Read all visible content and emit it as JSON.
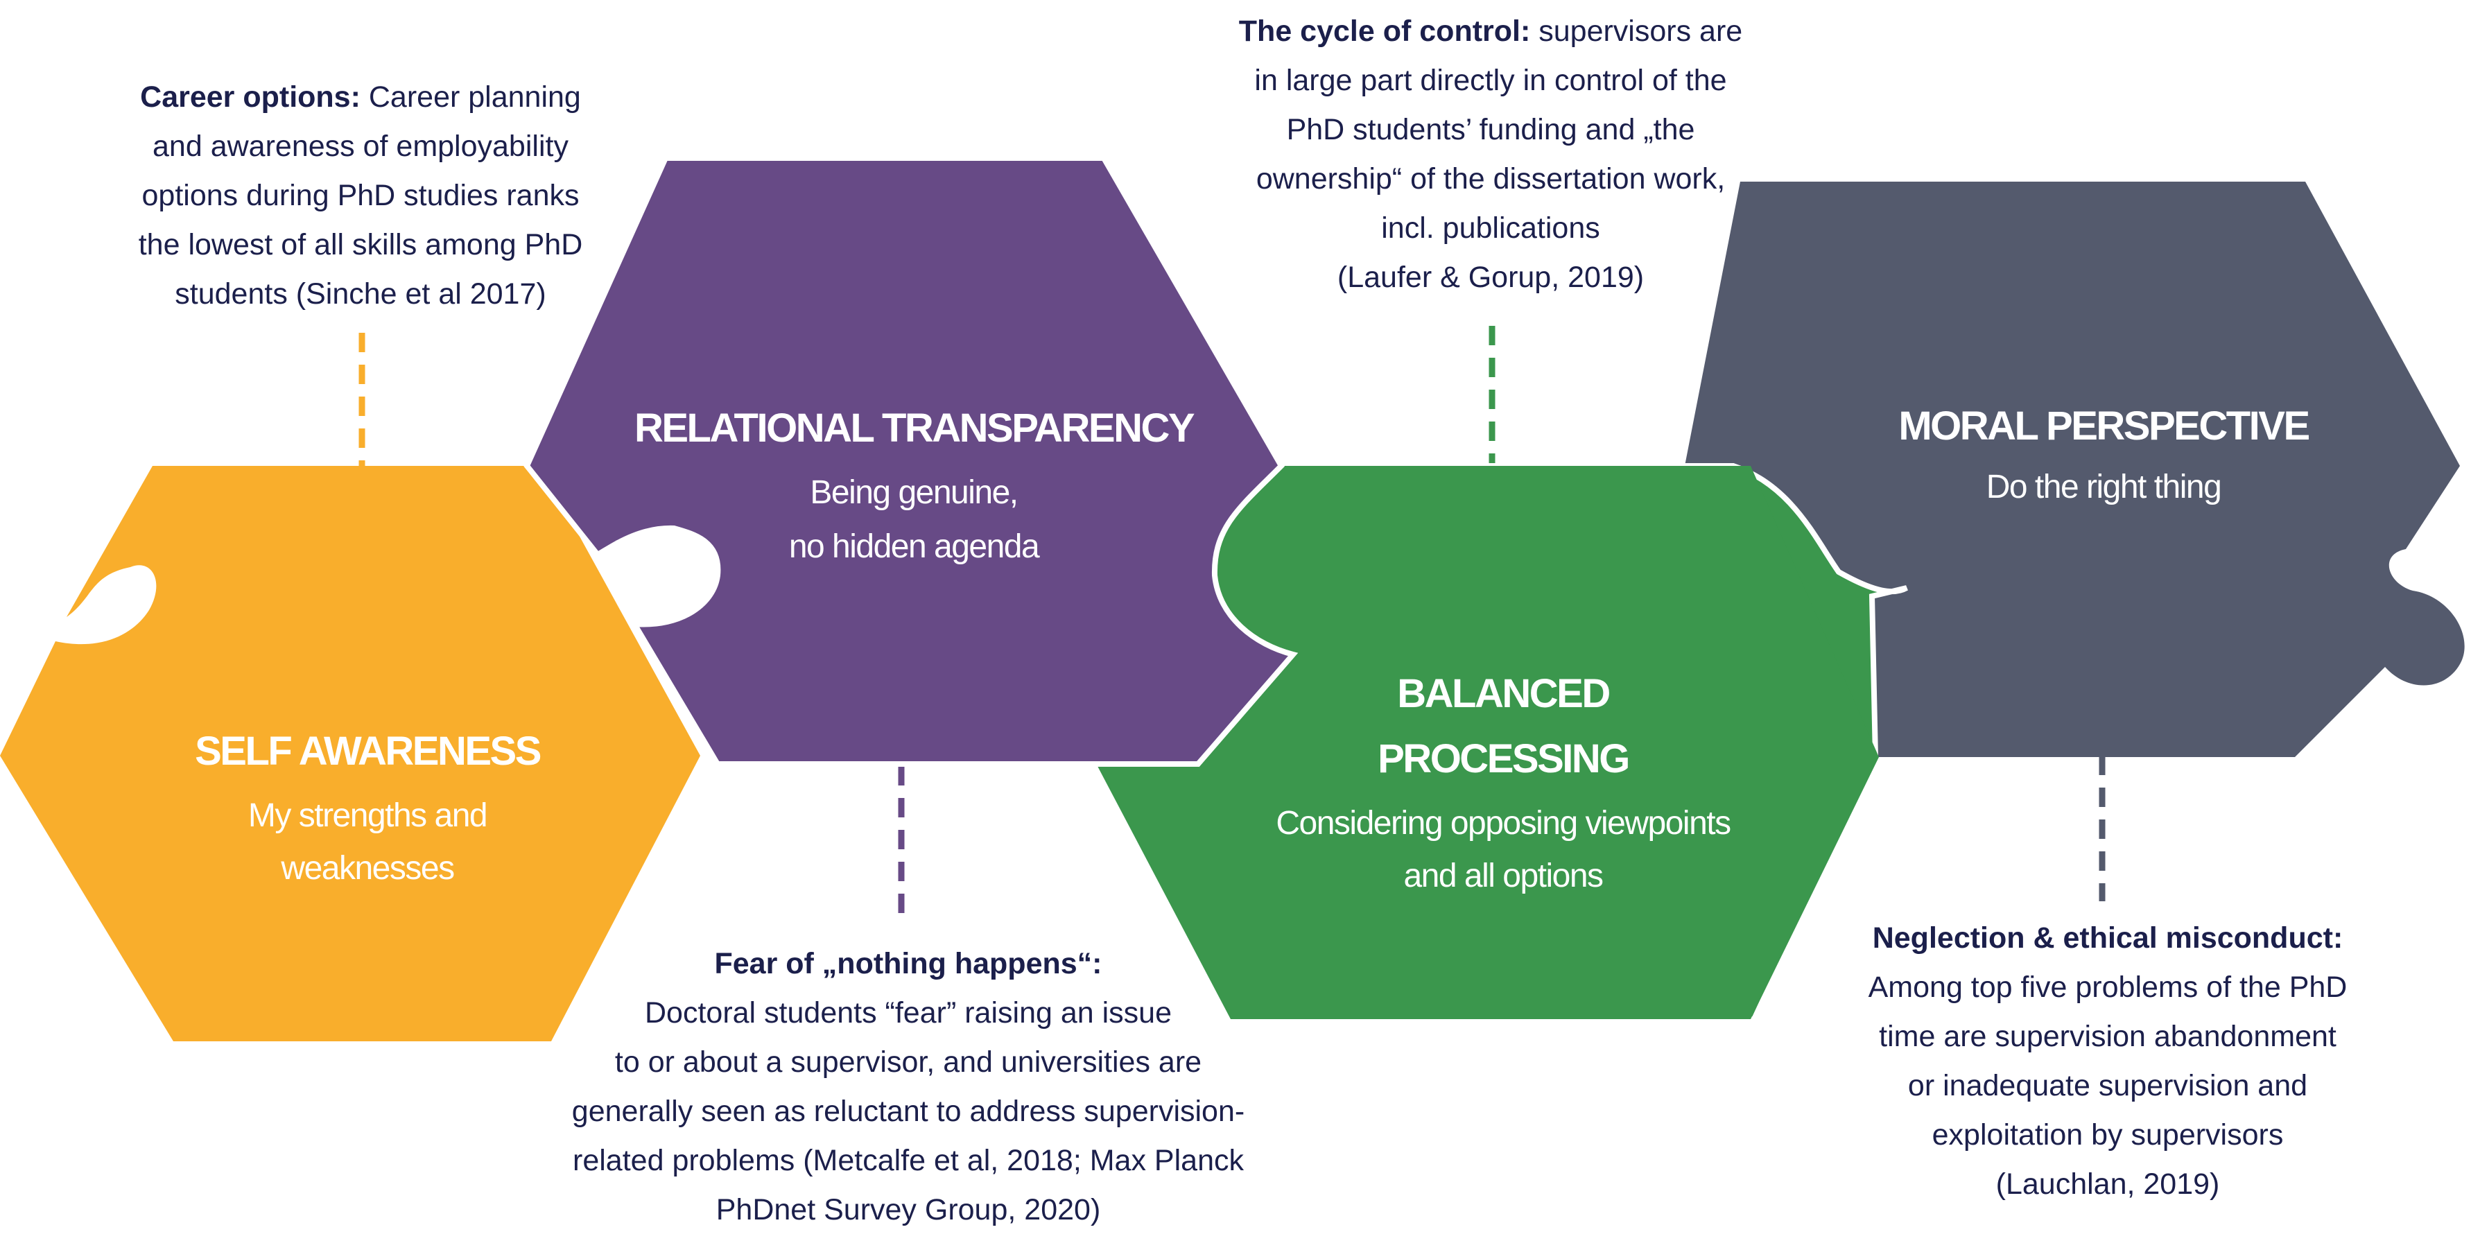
{
  "colors": {
    "self_awareness": "#f9ae2c",
    "relational_transparency": "#674a86",
    "balanced_processing": "#3b974d",
    "moral_perspective": "#545a6d",
    "note_text": "#1b1f4b"
  },
  "pieces": {
    "self_awareness": {
      "title": "SELF AWARENESS",
      "sub_1": "My strengths and",
      "sub_2": "weaknesses"
    },
    "relational_transparency": {
      "title": "RELATIONAL TRANSPARENCY",
      "sub_1": "Being genuine,",
      "sub_2": "no hidden agenda"
    },
    "balanced_processing": {
      "title_1": "BALANCED",
      "title_2": "PROCESSING",
      "sub_1": "Considering opposing viewpoints",
      "sub_2": "and all options"
    },
    "moral_perspective": {
      "title": "MORAL PERSPECTIVE",
      "sub_1": "Do the right thing"
    }
  },
  "notes": {
    "career": {
      "lead": "Career options:",
      "line_1": " Career planning",
      "line_2": "and awareness of employability",
      "line_3": "options during PhD studies ranks",
      "line_4": "the lowest of all skills among PhD",
      "line_5": "students (Sinche et al 2017)"
    },
    "control": {
      "lead": "The cycle of control:",
      "line_1": " supervisors are",
      "line_2": "in large part directly in control of the",
      "line_3": "PhD students’ funding and „the",
      "line_4": "ownership“ of the dissertation work,",
      "line_5": "incl. publications",
      "line_6": "(Laufer & Gorup, 2019)"
    },
    "fear": {
      "lead": "Fear of „nothing happens“:",
      "line_1": "Doctoral students “fear” raising an issue",
      "line_2": "to or about a supervisor, and universities are",
      "line_3": "generally seen as reluctant to address supervision-",
      "line_4": "related problems (Metcalfe et al, 2018; Max Planck",
      "line_5": "PhDnet Survey Group, 2020)"
    },
    "neglection": {
      "lead": "Neglection & ethical misconduct:",
      "line_1": "Among top five problems of the PhD",
      "line_2": "time are supervision abandonment",
      "line_3": "or inadequate supervision and",
      "line_4": "exploitation by supervisors",
      "line_5": "(Lauchlan, 2019)"
    }
  }
}
